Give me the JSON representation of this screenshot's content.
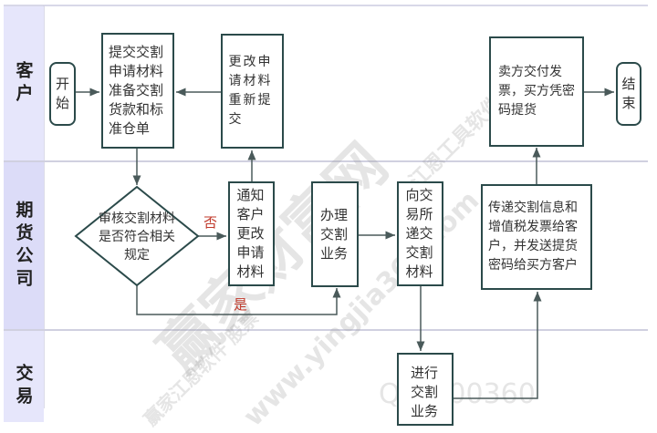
{
  "lanes": [
    {
      "id": "customer",
      "label": "客户"
    },
    {
      "id": "futures_company",
      "label": "期货公司"
    },
    {
      "id": "exchange",
      "label": "交易"
    }
  ],
  "nodes": {
    "start": "开始",
    "submit": "提交交割申请材料准备交割货款和标准仓单",
    "resubmit": "更改申请材料重新提交",
    "seller_invoice": "卖方交付发票，买方凭密码提货",
    "end": "结束",
    "review": "审核交割材料是否符合相关规定",
    "notify": "通知客户更改申请材料",
    "handle": "办理交割业务",
    "send_exchange": "向交易所递交交割材料",
    "deliver_info": "传递交割信息和增值税发票给客户，并发送提货密码给买方客户",
    "exchange_process": "进行交割业务"
  },
  "edge_labels": {
    "no": "否",
    "yes": "是"
  },
  "colors": {
    "lane_bg": "#e6e6fb",
    "node_border": "#2b4a4a",
    "edge": "#4a5a5a",
    "label_red": "#c0392b"
  },
  "watermarks": {
    "main": "赢家财富网",
    "software": "赢家江恩软件 股票",
    "url": "www.yingjia360.com",
    "tools": "江恩工具软件",
    "qq": "QQ:800360"
  }
}
